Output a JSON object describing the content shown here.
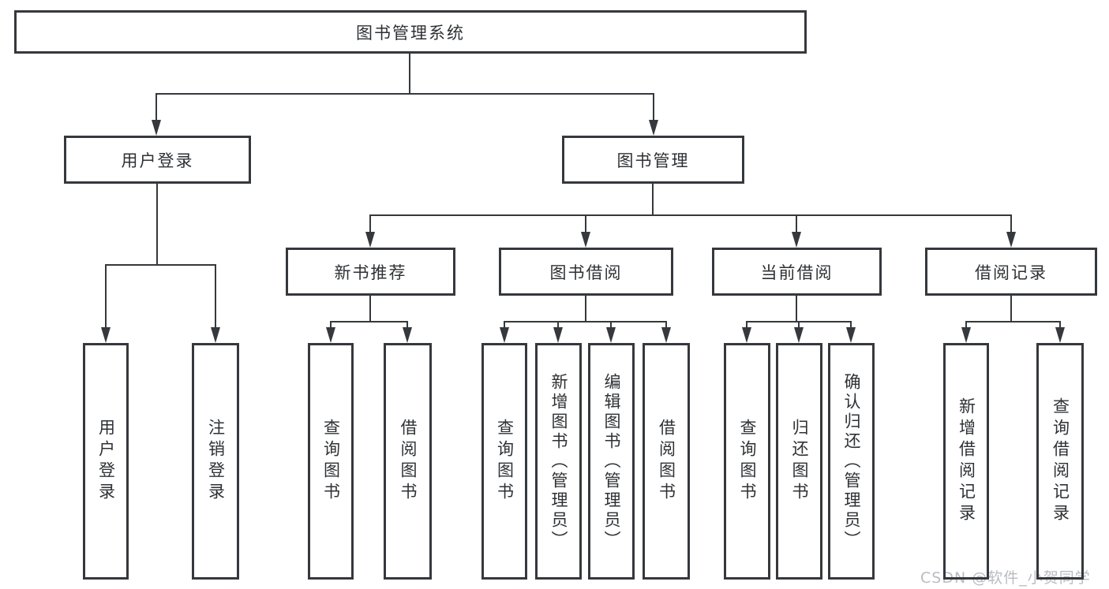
{
  "diagram": {
    "title": "图书管理系统",
    "root": {
      "label": "图书管理系统"
    },
    "modules": [
      {
        "label": "用户登录"
      },
      {
        "label": "图书管理"
      }
    ],
    "submodules": [
      {
        "label": "新书推荐"
      },
      {
        "label": "图书借阅"
      },
      {
        "label": "当前借阅"
      },
      {
        "label": "借阅记录"
      }
    ],
    "leaves": {
      "login": [
        "用户登录",
        "注销登录"
      ],
      "recommend": [
        "查询图书",
        "借阅图书"
      ],
      "borrow": [
        "查询图书",
        "新增图书（管理员）",
        "编辑图书（管理员）",
        "借阅图书"
      ],
      "current": [
        "查询图书",
        "归还图书",
        "确认归还（管理员）"
      ],
      "records": [
        "新增借阅记录",
        "查询借阅记录"
      ]
    }
  },
  "watermark": {
    "text": "CSDN @软件_小贺同学",
    "color": "#b8bcc3"
  },
  "colors": {
    "line": "#35383c",
    "text": "#2e3134",
    "background": "#ffffff"
  }
}
